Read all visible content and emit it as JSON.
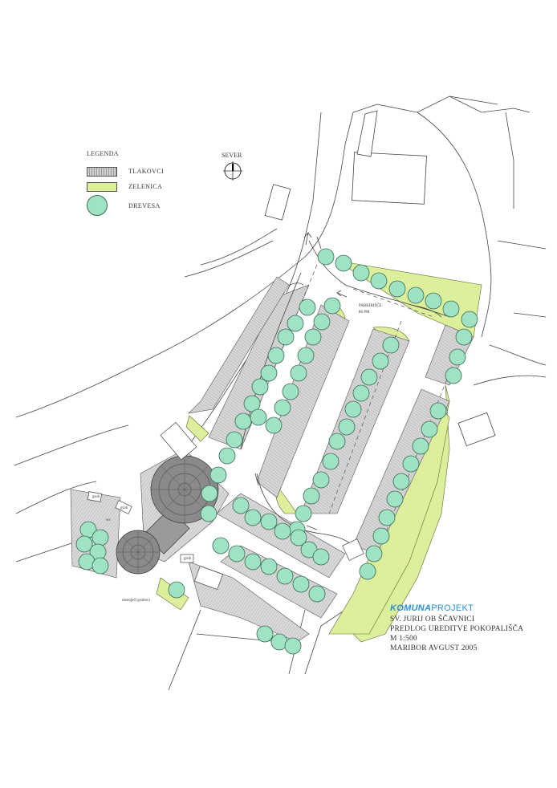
{
  "legend": {
    "title": "LEGENDA",
    "items": [
      {
        "label": "TLAKOVCI",
        "icon": "paving-swatch",
        "color": "#cfcfcf"
      },
      {
        "label": "ZELENICA",
        "icon": "green-area-swatch",
        "color": "#dcef9a"
      },
      {
        "label": "DREVESA",
        "icon": "tree-symbol",
        "color": "#9fe3c4"
      }
    ]
  },
  "north": {
    "label": "SEVER",
    "icon": "north-arrow-icon"
  },
  "labels": {
    "parking_line1": "PARKIRIŠČE",
    "parking_line2": "86 PM",
    "wc": "wc",
    "area_a": "grob",
    "area_b": "grob",
    "area_c": "grob",
    "existing_graves": "obstoječi grobovi"
  },
  "brand": {
    "part1": "KOMUNA",
    "part2": "PROJEKT",
    "color": "#2a8fd6"
  },
  "title_block": {
    "line1": "SV. JURIJ OB ŠČAVNICI",
    "line2": "PREDLOG UREDITVE POKOPALIŠČA",
    "line3": "M 1:500",
    "line4": "MARIBOR AVGUST 2005"
  },
  "colors": {
    "paving": "#cfcfcf",
    "green": "#dcef9a",
    "tree": "#9fe3c4",
    "tree_stroke": "#3a6a55",
    "line": "#444444",
    "hall": "#8a8a8a"
  }
}
